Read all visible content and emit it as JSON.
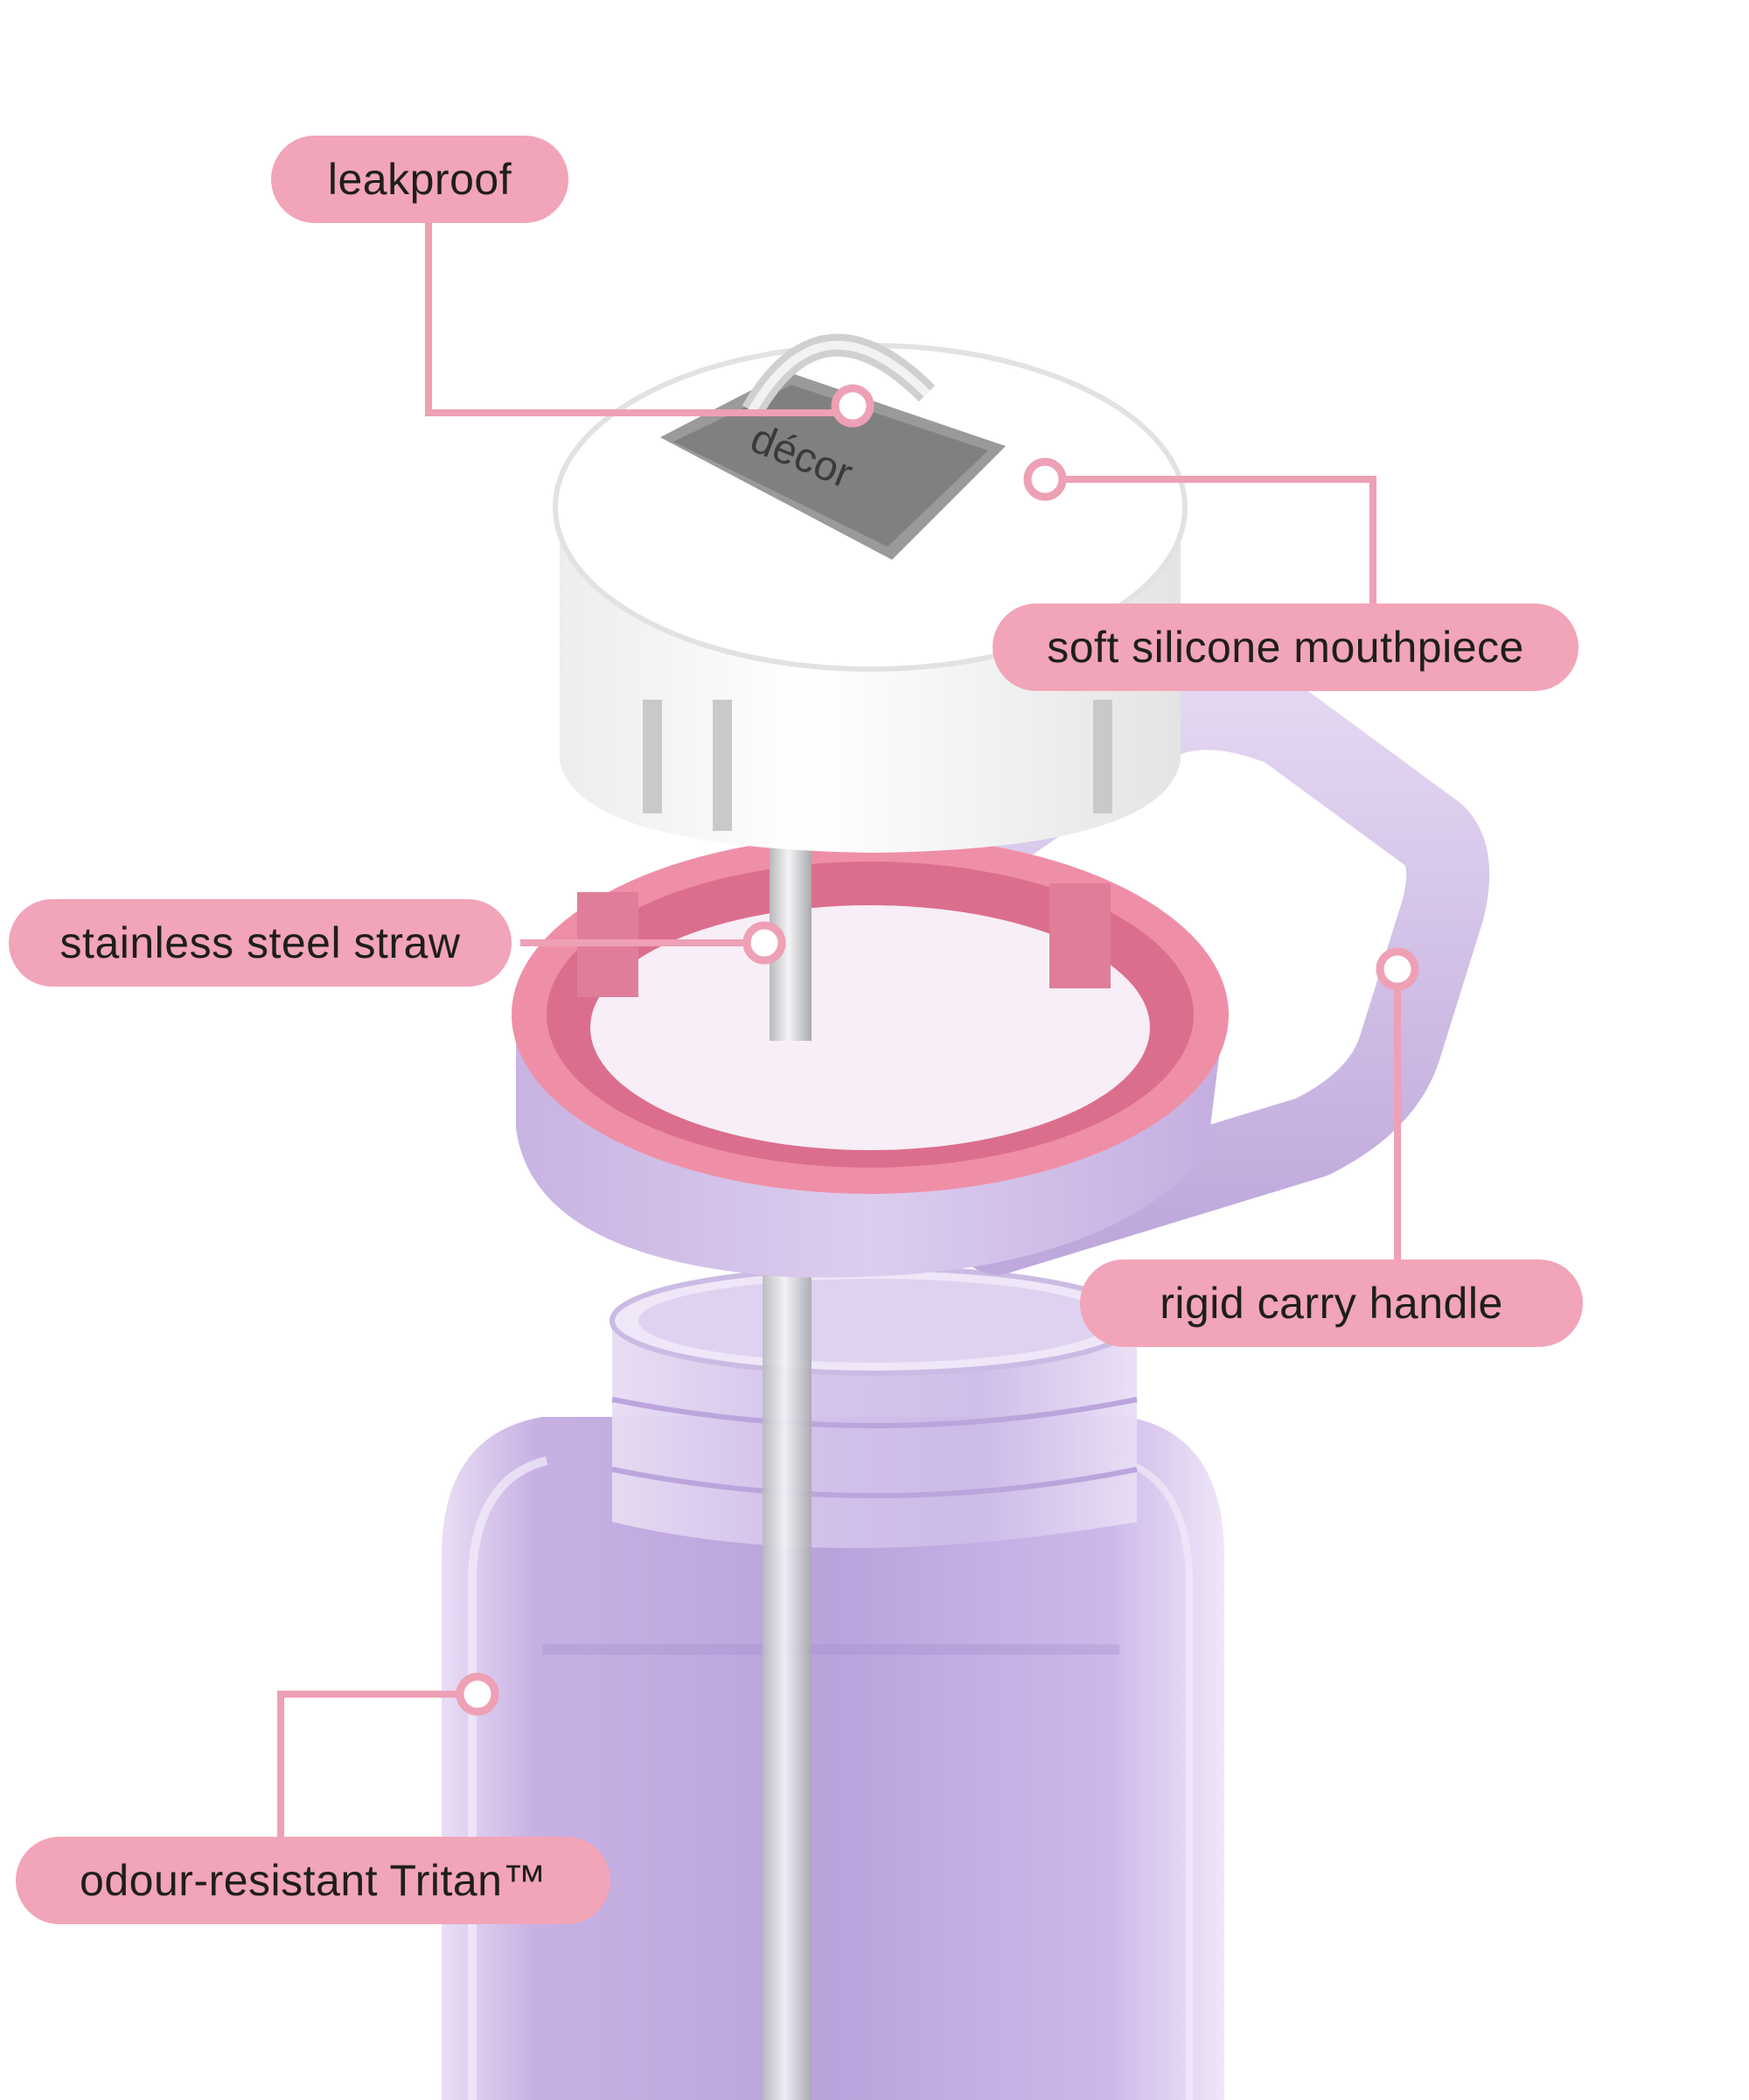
{
  "brand": {
    "logo_text": "décor"
  },
  "colors": {
    "callout_pill": "#f2a4b8",
    "connector": "#eea0b5",
    "label_text": "#1e1e1e",
    "bottle_purple": "#c9b3e6",
    "handle_lilac": "#d4c2e8",
    "ring_pink": "#ef8fa7",
    "lid_white": "#fafafa"
  },
  "callouts": [
    {
      "id": "leakproof",
      "label": "leakproof"
    },
    {
      "id": "mouthpiece",
      "label": "soft silicone mouthpiece"
    },
    {
      "id": "straw",
      "label": "stainless steel straw"
    },
    {
      "id": "handle",
      "label": "rigid carry handle"
    },
    {
      "id": "tritan",
      "label": "odour-resistant Tritan™"
    }
  ]
}
